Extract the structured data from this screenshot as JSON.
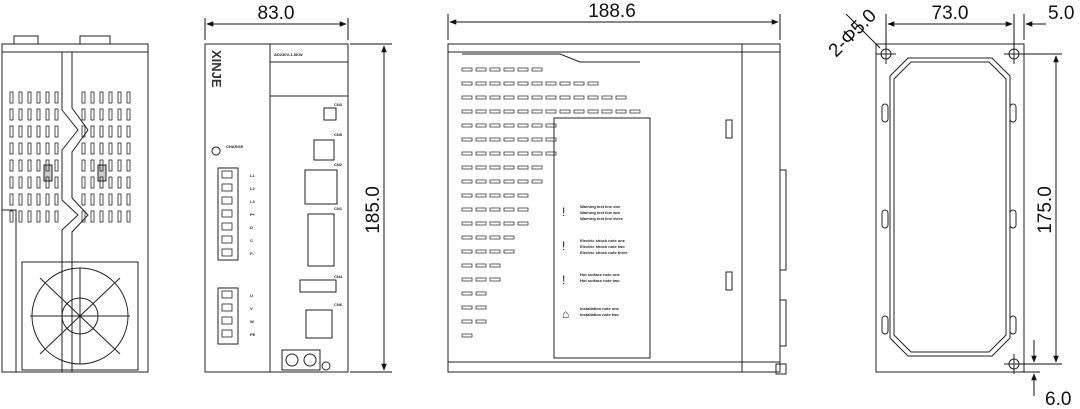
{
  "front": {
    "width_label": "83.0",
    "height_label": "185.0",
    "brand": "XINJE",
    "model": "AD230V-1-5KW",
    "port_labels": [
      "CN3",
      "CN5",
      "CN2",
      "CN1",
      "CN4",
      "CN6"
    ],
    "power_terminals": [
      "L1",
      "L2",
      "L3",
      "P+",
      "D",
      "C",
      "P-"
    ],
    "motor_terminals": [
      "U",
      "V",
      "W",
      "PE"
    ],
    "charge_label": "CHARGE"
  },
  "side": {
    "width_label": "188.6",
    "warning_lines": [
      [
        "!",
        "Warning text line one",
        "Warning text line two",
        "Warning text line three"
      ],
      [
        "!",
        "Electric shock note one",
        "Electric shock note two",
        "Electric shock note three"
      ],
      [
        "!",
        "Hot surface note one",
        "Hot surface note two"
      ],
      [
        "⌂",
        "Installation note one",
        "Installation note two"
      ]
    ]
  },
  "mount": {
    "hole_label": "2-Φ5.0",
    "width_label": "73.0",
    "offset_label": "5.0",
    "height_label": "175.0",
    "bottom_label": "6.0"
  },
  "colors": {
    "line": "#222222",
    "panel": "#ffffff",
    "fill": "#555555"
  }
}
